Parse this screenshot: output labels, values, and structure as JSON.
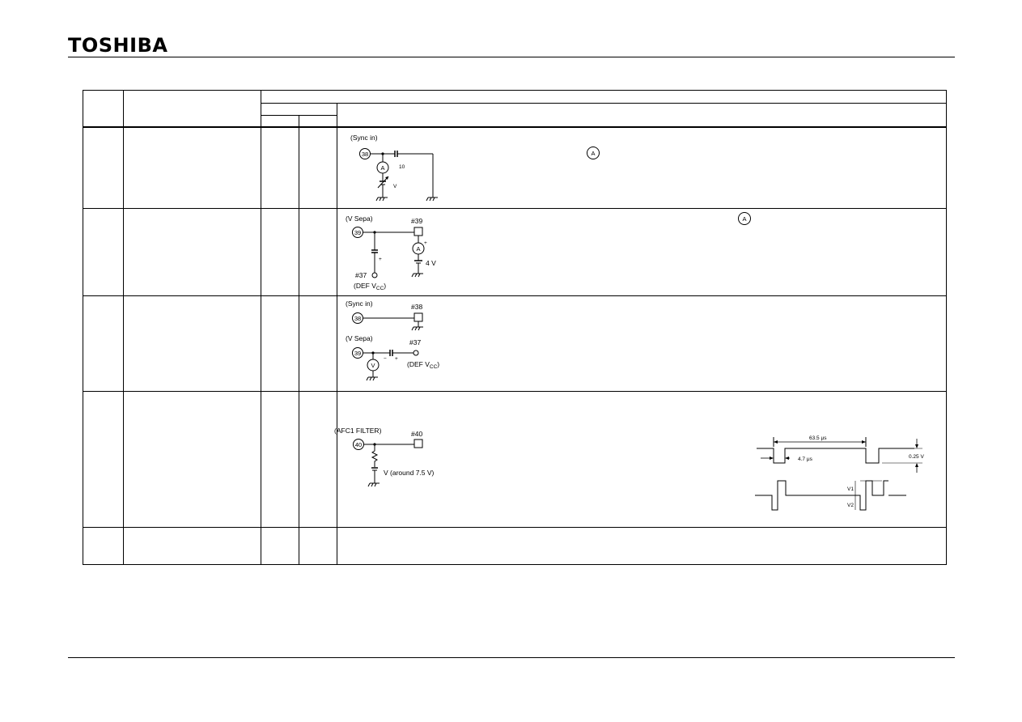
{
  "header": {
    "brand": "TOSHIBA"
  },
  "rows": [
    {
      "diagram_labels": [
        "(Sync in)",
        "38",
        "A",
        "10",
        "V"
      ],
      "note_icon": "A"
    },
    {
      "diagram_labels": [
        "(V Sepa)",
        "39",
        "#39",
        "A",
        "+",
        "4 V",
        "#37",
        "(DEF V",
        "CC",
        ")",
        "+"
      ],
      "note_icon": "A"
    },
    {
      "diagram_labels": [
        "(Sync in)",
        "38",
        "#38",
        "(V Sepa)",
        "39",
        "#37",
        "V",
        "−",
        "+",
        "(DEF V",
        "CC",
        ")"
      ]
    },
    {
      "diagram_labels": [
        "(AFC1 FILTER)",
        "40",
        "#40",
        "V (around 7.5 V)"
      ],
      "waveform_labels": [
        "63.5 μs",
        "4.7 μs",
        "0.25 V",
        "V1",
        "V2"
      ]
    },
    {}
  ]
}
